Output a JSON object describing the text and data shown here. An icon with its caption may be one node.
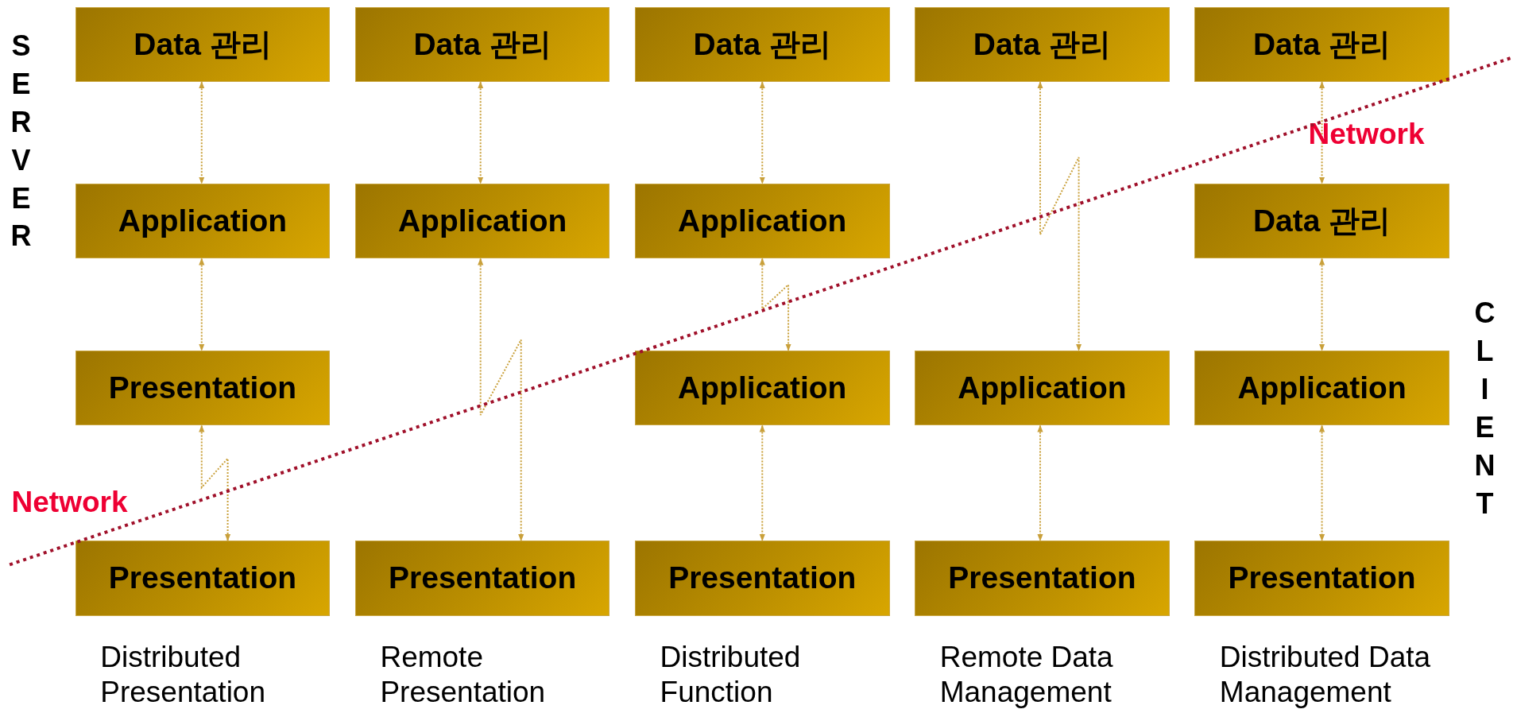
{
  "diagram": {
    "nodes": [
      {
        "text": [
          "Data 관리"
        ]
      },
      {
        "text": [
          "Data 관리"
        ]
      },
      {
        "text": [
          "Data 관리"
        ]
      },
      {
        "text": [
          "Data 관리"
        ]
      },
      {
        "text": [
          "Data 관리"
        ]
      },
      {
        "text": [
          "Application"
        ]
      },
      {
        "text": [
          "Application"
        ]
      },
      {
        "text": [
          "Application"
        ]
      },
      {
        "text": [
          "Data 관리"
        ]
      },
      {
        "text": [
          "Presentation"
        ]
      },
      {
        "text": [
          "Application"
        ]
      },
      {
        "text": [
          "Application"
        ]
      },
      {
        "text": [
          "Application"
        ]
      },
      {
        "text": [
          "Presentation"
        ],
        "beside": [
          "Distributed Presentation"
        ]
      },
      {
        "text": [
          "Presentation"
        ],
        "beside": [
          "Remote Presentation"
        ]
      },
      {
        "text": [
          "Presentation"
        ],
        "beside": [
          "Distributed Function"
        ]
      },
      {
        "text": [
          "Presentation"
        ],
        "beside": [
          "Remote Data Management"
        ]
      },
      {
        "text": [
          "Presentation"
        ],
        "beside": [
          "Distributed Data Management"
        ]
      }
    ],
    "edges": [
      {
        "from": 0,
        "to": 5,
        "arrow": "both"
      },
      {
        "from": 5,
        "to": 9,
        "arrow": "both"
      },
      {
        "from": 9,
        "to": 13,
        "arrow": "both"
      },
      {
        "from": 1,
        "to": 6,
        "arrow": "both"
      },
      {
        "from": 6,
        "to": 14,
        "arrow": "both"
      },
      {
        "from": 2,
        "to": 7,
        "arrow": "both"
      },
      {
        "from": 7,
        "to": 10,
        "arrow": "both"
      },
      {
        "from": 10,
        "to": 15,
        "arrow": "both"
      },
      {
        "from": 3,
        "to": 11,
        "arrow": "both"
      },
      {
        "from": 11,
        "to": 16,
        "arrow": "both"
      },
      {
        "from": 4,
        "to": 8,
        "arrow": "both"
      },
      {
        "from": 8,
        "to": 12,
        "arrow": "both"
      },
      {
        "from": 12,
        "to": 17,
        "arrow": "both"
      }
    ],
    "labels": [
      "SERVER",
      "Network",
      "Network",
      "CLIENT"
    ]
  }
}
